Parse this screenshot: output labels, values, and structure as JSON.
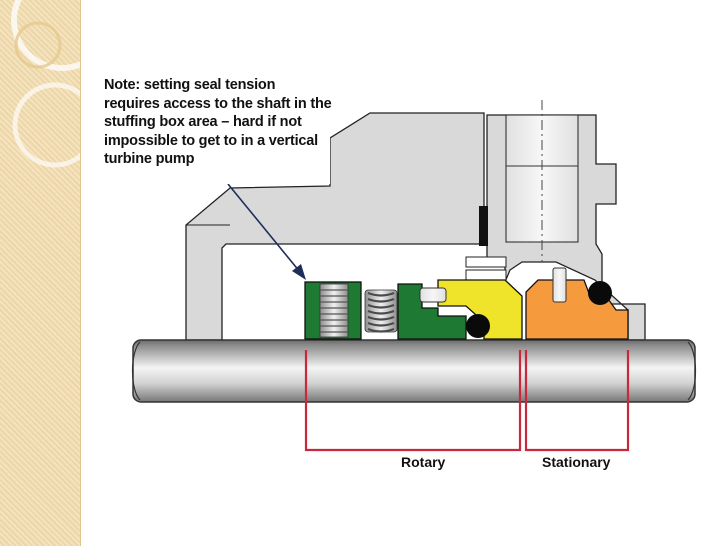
{
  "note": {
    "text": "Note: setting seal tension requires access to the shaft in the stuffing box area – hard if not impossible to get to in a vertical turbine pump"
  },
  "labels": {
    "rotary": "Rotary",
    "stationary": "Stationary"
  },
  "colors": {
    "side_strip": "#f3ddb0",
    "housing": "#d9d9d9",
    "spring_holder": "#1e7a32",
    "rotary_face": "#f0e42a",
    "stationary_seat": "#f59a3d",
    "bracket": "#c8283c",
    "shaft": "#a6a6a6"
  }
}
